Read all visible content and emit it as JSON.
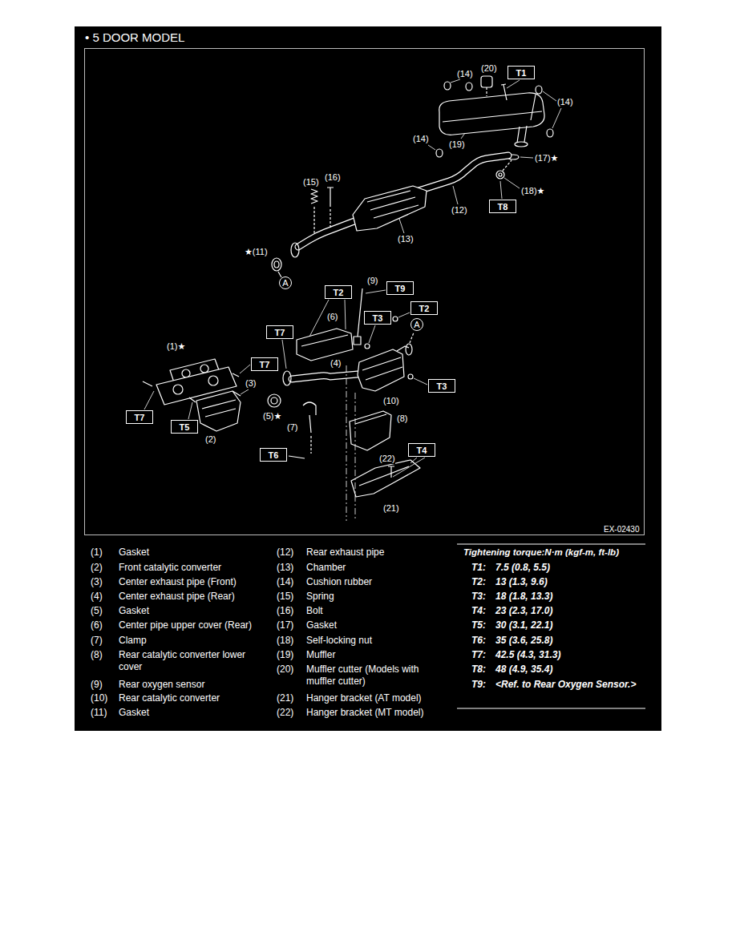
{
  "diagram": {
    "title": "• 5 DOOR MODEL",
    "nodes": [
      {
        "text": [
          "T1"
        ]
      },
      {
        "text": [
          "T8"
        ]
      },
      {
        "text": [
          "A"
        ]
      },
      {
        "text": [
          "T2"
        ]
      },
      {
        "text": [
          "T9"
        ]
      },
      {
        "text": [
          "T2"
        ]
      },
      {
        "text": [
          "T3"
        ]
      },
      {
        "text": [
          "T7"
        ]
      },
      {
        "text": [
          "A"
        ]
      },
      {
        "text": [
          "T7"
        ]
      },
      {
        "text": [
          "T3"
        ]
      },
      {
        "text": [
          "T7"
        ]
      },
      {
        "text": [
          "T5"
        ]
      },
      {
        "text": [
          "T4"
        ]
      },
      {
        "text": [
          "T6"
        ]
      }
    ],
    "labels": [
      "(14)",
      "(20)",
      "(14)",
      "(14)",
      "(19)",
      "(17)★",
      "(18)★",
      "(16)",
      "(15)",
      "(12)",
      "(13)",
      "★(11)",
      "(9)",
      "(6)",
      "(4)",
      "(1)★",
      "(3)",
      "(5)★",
      "(7)",
      "(10)",
      "(8)",
      "(2)",
      "(22)",
      "(21)",
      "EX-02430",
      "(1)",
      "Gasket",
      "(2)",
      "Front catalytic converter",
      "(3)",
      "Center exhaust pipe (Front)",
      "(4)",
      "Center exhaust pipe (Rear)",
      "(5)",
      "Gasket",
      "(6)",
      "Center pipe upper cover (Rear)",
      "(7)",
      "Clamp",
      "(8)",
      "Rear catalytic converter lower cover",
      "(9)",
      "Rear oxygen sensor",
      "(10)",
      "Rear catalytic converter",
      "(11)",
      "Gasket",
      "(12)",
      "Rear exhaust pipe",
      "(13)",
      "Chamber",
      "(14)",
      "Cushion rubber",
      "(15)",
      "Spring",
      "(16)",
      "Bolt",
      "(17)",
      "Gasket",
      "(18)",
      "Self-locking nut",
      "(19)",
      "Muffler",
      "(20)",
      "Muffler cutter (Models with muffler cutter)",
      "(21)",
      "Hanger bracket (AT model)",
      "(22)",
      "Hanger bracket (MT model)",
      "Tightening torque:N·m (kgf-m, ft-lb)",
      "T1:",
      "7.5 (0.8, 5.5)",
      "T2:",
      "13 (1.3, 9.6)",
      "T3:",
      "18 (1.8, 13.3)",
      "T4:",
      "23 (2.3, 17.0)",
      "T5:",
      "30 (3.1, 22.1)",
      "T6:",
      "35 (3.6, 25.8)",
      "T7:",
      "42.5 (4.3, 31.3)",
      "T8:",
      "48 (4.9, 35.4)",
      "T9:",
      "<Ref. to Rear Oxygen Sensor.>"
    ]
  }
}
